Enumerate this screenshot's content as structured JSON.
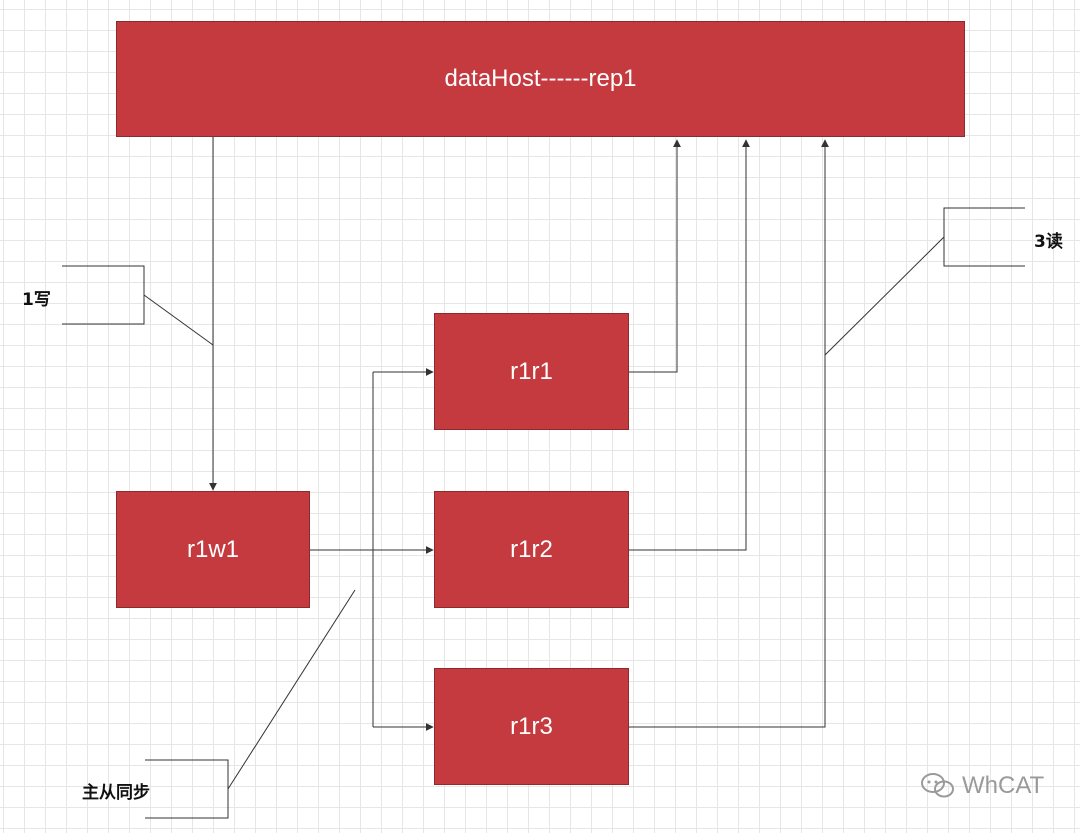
{
  "nodes": {
    "datahost": "dataHost------rep1",
    "r1w1": "r1w1",
    "r1r1": "r1r1",
    "r1r2": "r1r2",
    "r1r3": "r1r3"
  },
  "notes": {
    "write": "1写",
    "read": "3读",
    "sync": "主从同步"
  },
  "watermark": "WhCAT",
  "colors": {
    "node_fill": "#c53a3f",
    "node_border": "#8d2a2d",
    "line": "#333333",
    "watermark": "#9a9a9a"
  }
}
